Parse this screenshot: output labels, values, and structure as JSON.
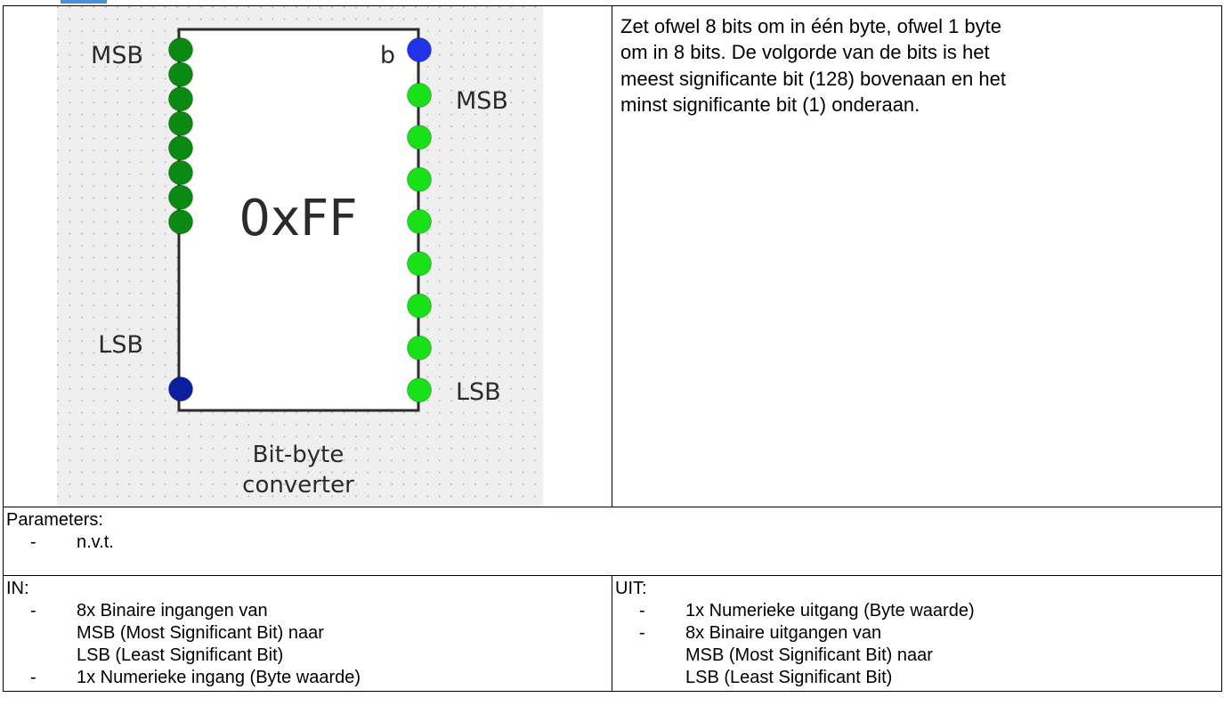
{
  "diagram": {
    "display_value": "0xFF",
    "input_labels": {
      "top": "MSB",
      "bottom": "LSB"
    },
    "output_labels": {
      "byte": "b",
      "top": "MSB",
      "bottom": "LSB"
    },
    "component_name_line1": "Bit-byte",
    "component_name_line2": "converter",
    "colors": {
      "bit_input_dark_green": "#0a8a12",
      "bit_output_bright_green": "#19e119",
      "byte_input_dark_blue": "#0a1f9e",
      "byte_output_blue": "#1f33e8",
      "canvas_bg": "#efefef"
    }
  },
  "description": "Zet ofwel 8 bits om in één byte, ofwel 1 byte om in 8 bits. De volgorde van de bits is het meest significante bit (128) bovenaan en het minst significante bit (1) onderaan.",
  "parameters": {
    "heading": "Parameters:",
    "items": [
      "n.v.t."
    ]
  },
  "inputs": {
    "heading": "IN:",
    "items": [
      {
        "lines": [
          "8x Binaire ingangen van",
          "MSB (Most Significant Bit) naar",
          "LSB (Least Significant Bit)"
        ]
      },
      {
        "lines": [
          "1x Numerieke ingang (Byte waarde)"
        ]
      }
    ]
  },
  "outputs": {
    "heading": "UIT:",
    "items": [
      {
        "lines": [
          "1x Numerieke uitgang (Byte waarde)"
        ]
      },
      {
        "lines": [
          "8x Binaire uitgangen van",
          "MSB (Most Significant Bit) naar",
          "LSB (Least Significant Bit)"
        ]
      }
    ]
  }
}
